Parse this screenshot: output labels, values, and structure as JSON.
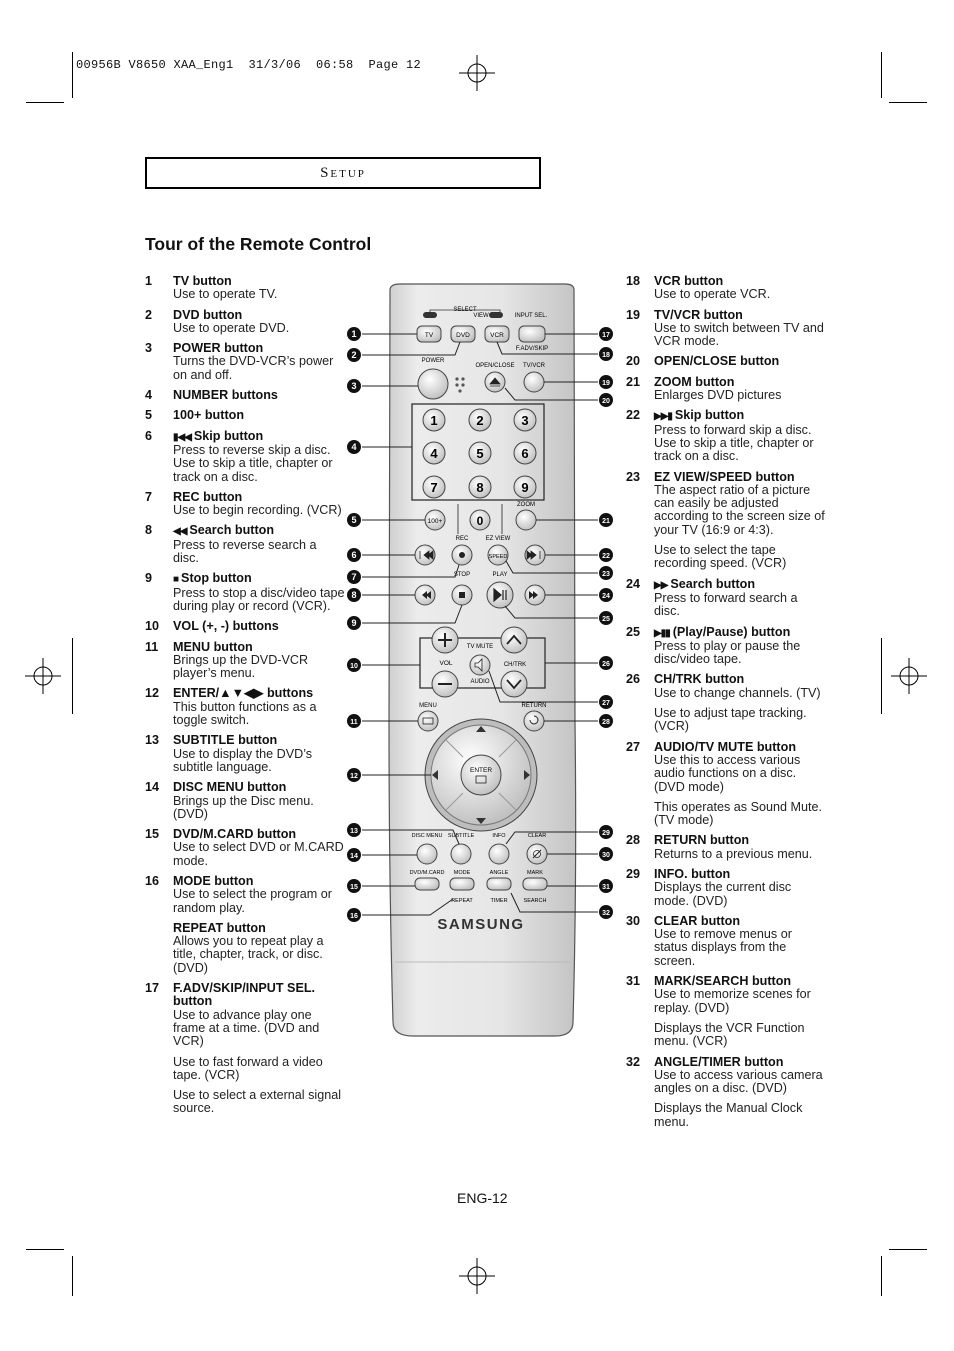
{
  "slug": "00956B V8650 XAA_Eng1  31/3/06  06:58  Page 12",
  "section": "Setup",
  "title": "Tour of the Remote Control",
  "footer": "ENG-12",
  "left_entries": [
    {
      "num": "1",
      "name": "TV button",
      "desc": [
        "Use to operate TV."
      ]
    },
    {
      "num": "2",
      "name": "DVD button",
      "desc": [
        "Use to operate DVD."
      ]
    },
    {
      "num": "3",
      "name": "POWER button",
      "desc": [
        "Turns the DVD-VCR’s power on and off."
      ]
    },
    {
      "num": "4",
      "name": "NUMBER  buttons",
      "desc": []
    },
    {
      "num": "5",
      "name": "100+ button",
      "desc": []
    },
    {
      "num": "6",
      "symbol": "▮◀◀",
      "name": "Skip button",
      "desc": [
        "Press to reverse skip a disc. Use to skip a title, chapter or track on a disc."
      ]
    },
    {
      "num": "7",
      "name": "REC button",
      "desc": [
        "Use to begin recording. (VCR)"
      ]
    },
    {
      "num": "8",
      "symbol": "◀◀",
      "name": "Search button",
      "desc": [
        "Press to reverse search a disc."
      ]
    },
    {
      "num": "9",
      "symbol": "■",
      "name": "Stop button",
      "desc": [
        "Press to stop a disc/video tape during play or record (VCR)."
      ]
    },
    {
      "num": "10",
      "name": "VOL (+, -) buttons",
      "desc": []
    },
    {
      "num": "11",
      "name": "MENU button",
      "desc": [
        "Brings up the DVD-VCR player’s menu."
      ]
    },
    {
      "num": "12",
      "name": "ENTER/▲▼◀▶ buttons",
      "desc": [
        "This button functions as a toggle switch."
      ]
    },
    {
      "num": "13",
      "name": "SUBTITLE button",
      "desc": [
        "Use to display the DVD’s subtitle language."
      ]
    },
    {
      "num": "14",
      "name": "DISC MENU button",
      "desc": [
        "Brings up the Disc menu. (DVD)"
      ]
    },
    {
      "num": "15",
      "name": "DVD/M.CARD button",
      "desc": [
        "Use to select DVD or M.CARD mode."
      ]
    },
    {
      "num": "16",
      "name": "MODE button",
      "desc": [
        "Use to select the program or random play."
      ],
      "sub": "REPEAT button",
      "sub_desc": "Allows you to repeat play a title, chapter, track, or disc. (DVD)"
    },
    {
      "num": "17",
      "name": "F.ADV/SKIP/INPUT SEL. button",
      "desc": [
        "Use to advance play one frame at a time. (DVD and VCR)",
        "Use to fast forward a video tape. (VCR)",
        "Use to select a external signal source."
      ]
    }
  ],
  "right_entries": [
    {
      "num": "18",
      "name": "VCR button",
      "desc": [
        "Use to operate VCR."
      ]
    },
    {
      "num": "19",
      "name": "TV/VCR button",
      "desc": [
        "Use to switch between TV and VCR mode."
      ]
    },
    {
      "num": "20",
      "name": "OPEN/CLOSE button",
      "desc": []
    },
    {
      "num": "21",
      "name": "ZOOM button",
      "desc": [
        "Enlarges DVD pictures"
      ]
    },
    {
      "num": "22",
      "symbol": "▶▶▮",
      "name": "Skip button",
      "desc": [
        "Press to forward skip a disc. Use to skip a title, chapter or track on a disc."
      ]
    },
    {
      "num": "23",
      "name": "EZ VIEW/SPEED button",
      "desc": [
        "The aspect ratio of a picture can easily be adjusted according to the screen size of your TV (16:9 or 4:3).",
        "Use to select the tape recording speed. (VCR)"
      ]
    },
    {
      "num": "24",
      "symbol": "▶▶",
      "name": "Search button",
      "desc": [
        "Press to forward search a disc."
      ]
    },
    {
      "num": "25",
      "symbol": "▶▮▮",
      "name": "(Play/Pause) button",
      "desc": [
        "Press to play or pause the disc/video tape."
      ]
    },
    {
      "num": "26",
      "name": "CH/TRK button",
      "desc": [
        "Use to change channels. (TV)",
        "Use to adjust tape tracking. (VCR)"
      ]
    },
    {
      "num": "27",
      "name": "AUDIO/TV MUTE button",
      "desc": [
        "Use this to access various audio functions on a disc.(DVD mode)",
        "This operates as Sound Mute. (TV mode)"
      ]
    },
    {
      "num": "28",
      "name": "RETURN button",
      "desc": [
        "Returns to a previous menu."
      ]
    },
    {
      "num": "29",
      "name": "INFO. button",
      "desc": [
        "Displays the current disc mode. (DVD)"
      ]
    },
    {
      "num": "30",
      "name": "CLEAR button",
      "desc": [
        "Use to remove menus or status displays from the screen."
      ]
    },
    {
      "num": "31",
      "name": "MARK/SEARCH button",
      "desc": [
        "Use to memorize scenes for replay. (DVD)",
        "Displays the VCR Function menu. (VCR)"
      ]
    },
    {
      "num": "32",
      "name": "ANGLE/TIMER button",
      "desc": [
        "Use to access various camera angles on a disc. (DVD)",
        "Displays the Manual Clock menu."
      ]
    }
  ],
  "remote": {
    "brand": "SAMSUNG",
    "labels": {
      "select": "SELECT",
      "view": "VIEW",
      "input_sel": "INPUT SEL.",
      "tv": "TV",
      "dvd": "DVD",
      "vcr": "VCR",
      "fadv": "F.ADV/SKIP",
      "power": "POWER",
      "open_close": "OPEN/CLOSE",
      "tv_vcr": "TV/VCR",
      "n1": "1",
      "n2": "2",
      "n3": "3",
      "n4": "4",
      "n5": "5",
      "n6": "6",
      "n7": "7",
      "n8": "8",
      "n9": "9",
      "n0": "0",
      "n100": "100+",
      "zoom": "ZOOM",
      "rec": "REC",
      "ezview": "EZ VIEW",
      "speed": "SPEED",
      "stop": "STOP",
      "play": "PLAY",
      "tvmute": "TV MUTE",
      "vol": "VOL",
      "chtrk": "CH/TRK",
      "audio": "AUDIO",
      "menu": "MENU",
      "return": "RETURN",
      "enter": "ENTER",
      "discmenu": "DISC MENU",
      "subtitle": "SUBTITLE",
      "info": "INFO",
      "clear": "CLEAR",
      "dvdmcard": "DVD/M.CARD",
      "mode": "MODE",
      "angle": "ANGLE",
      "mark": "MARK",
      "repeat": "REPEAT",
      "timer": "TIMER",
      "search": "SEARCH"
    },
    "callouts_left": [
      "1",
      "2",
      "3",
      "4",
      "5",
      "6",
      "7",
      "8",
      "9",
      "10",
      "11",
      "12",
      "13",
      "14",
      "15",
      "16"
    ],
    "callouts_right": [
      "17",
      "18",
      "19",
      "20",
      "21",
      "22",
      "23",
      "24",
      "25",
      "26",
      "27",
      "28",
      "29",
      "30",
      "31",
      "32"
    ]
  }
}
